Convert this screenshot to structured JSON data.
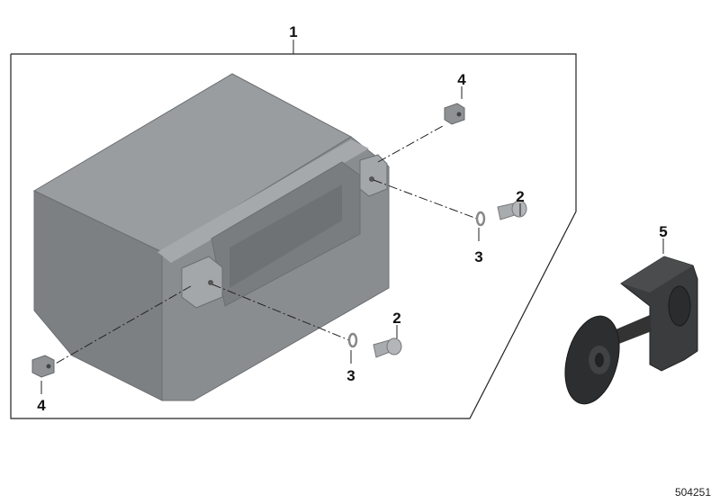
{
  "diagram": {
    "callouts": {
      "battery": "1",
      "bolt_upper": "2",
      "bolt_lower": "2",
      "washer_upper": "3",
      "washer_lower": "3",
      "nut_upper": "4",
      "nut_lower": "4",
      "cover": "5"
    },
    "drawing_number": "504251",
    "colors": {
      "battery": "#8e9193",
      "cover": "#2f3133",
      "line": "#222222"
    }
  }
}
